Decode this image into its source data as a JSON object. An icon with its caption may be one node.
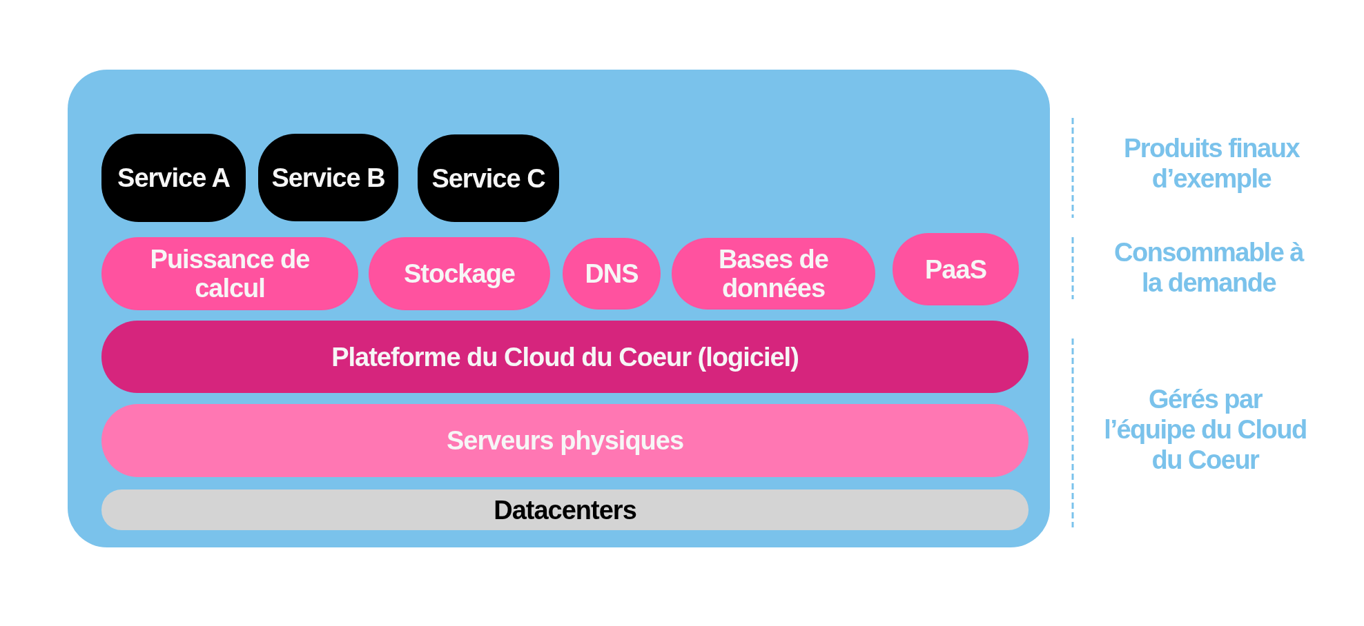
{
  "diagram": {
    "nodes": [
      {
        "text": [],
        "shape": "box"
      },
      {
        "text": [
          "Service A"
        ],
        "in": 0
      },
      {
        "text": [
          "Service B"
        ],
        "in": 0
      },
      {
        "text": [
          "Service C"
        ],
        "in": 0
      },
      {
        "text": [
          "Puissance de calcul"
        ],
        "in": 0
      },
      {
        "text": [
          "Stockage"
        ],
        "in": 0
      },
      {
        "text": [
          "DNS"
        ],
        "in": 0
      },
      {
        "text": [
          "Bases de données"
        ],
        "in": 0
      },
      {
        "text": [
          "PaaS"
        ],
        "in": 0
      },
      {
        "text": [
          "Plateforme du Cloud du Coeur (logiciel)"
        ],
        "in": 0
      },
      {
        "text": [
          "Serveurs physiques"
        ],
        "in": 0
      },
      {
        "text": [
          "Datacenters"
        ],
        "in": 0
      }
    ],
    "labels": [
      "Produits finaux d’exemple",
      "Consommable à la demande",
      "Gérés par l’équipe du Cloud du Coeur"
    ]
  }
}
